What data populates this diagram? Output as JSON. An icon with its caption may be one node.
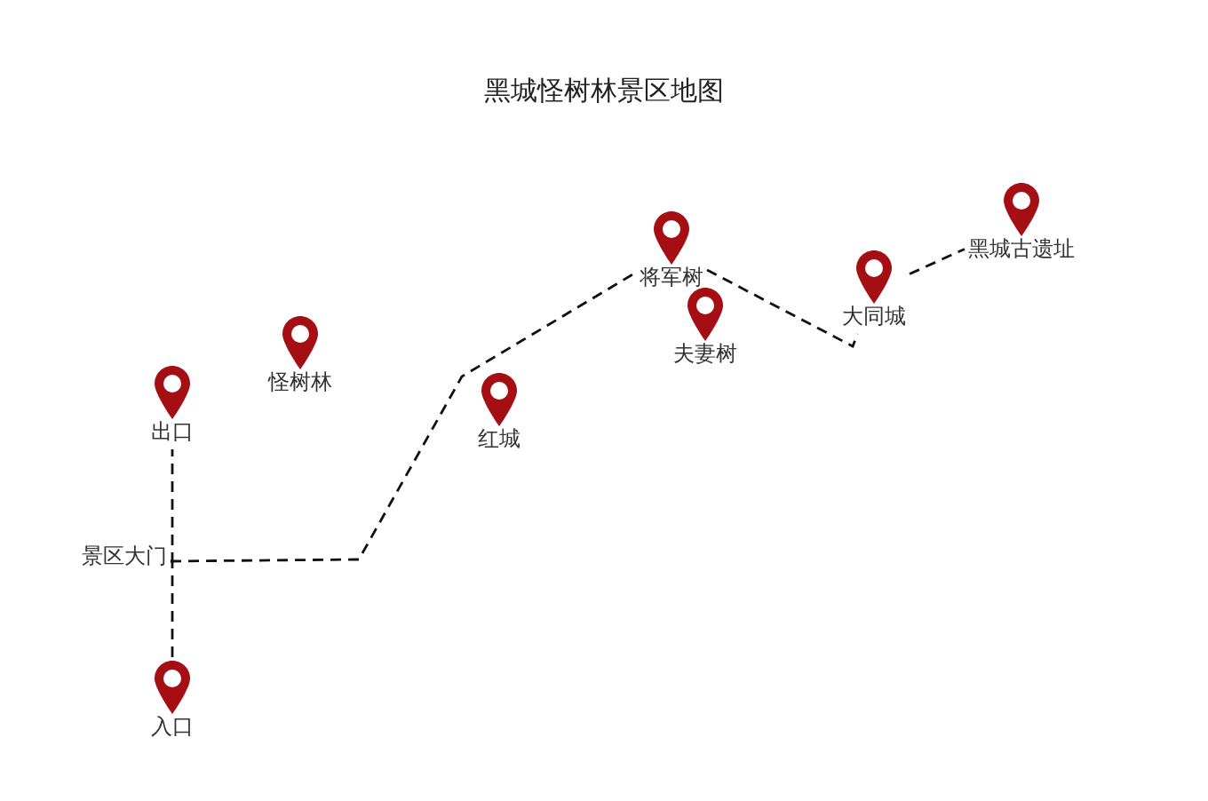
{
  "diagram": {
    "title": "黑城怪树林景区地图",
    "nodes": [
      {
        "text": [
          "黑城古遗址"
        ]
      },
      {
        "text": [
          "将军树"
        ]
      },
      {
        "text": [
          "大同城"
        ]
      },
      {
        "text": [
          "夫妻树"
        ]
      },
      {
        "text": [
          "怪树林"
        ]
      },
      {
        "text": [
          "出口"
        ]
      },
      {
        "text": [
          "红城"
        ]
      },
      {
        "text": [
          "景区大门"
        ]
      },
      {
        "text": [
          "入口"
        ]
      }
    ],
    "edges": [
      {
        "from": 8,
        "to": 7,
        "arrow": "none",
        "style": "dashed"
      },
      {
        "from": 7,
        "to": 5,
        "arrow": "none",
        "style": "dashed"
      },
      {
        "from": 7,
        "to": 1,
        "arrow": "none",
        "style": "dashed"
      },
      {
        "from": 1,
        "to": 2,
        "arrow": "none",
        "style": "dashed"
      },
      {
        "from": 2,
        "to": 0,
        "arrow": "none",
        "style": "dashed"
      }
    ]
  }
}
